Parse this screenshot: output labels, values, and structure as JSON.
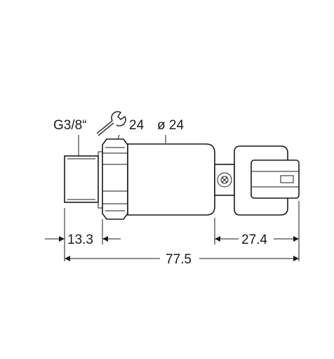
{
  "labels": {
    "thread": "G3/8“",
    "wrench_size": "24",
    "diameter": "ø 24",
    "thread_length": "13.3",
    "connector_length": "27.4",
    "total_length": "77.5"
  },
  "icons": {
    "wrench": "wrench-icon"
  },
  "colors": {
    "line": "#1a1a1a",
    "background": "#ffffff"
  }
}
